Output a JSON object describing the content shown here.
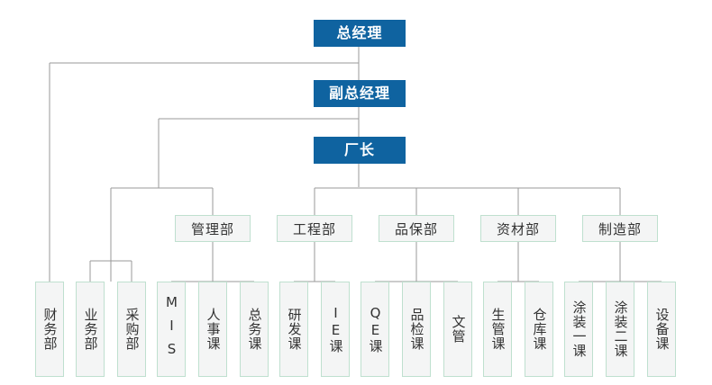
{
  "top": {
    "general_manager": "总经理",
    "deputy_general_manager": "副总经理",
    "factory_director": "厂长"
  },
  "departments": [
    "管理部",
    "工程部",
    "品保部",
    "资材部",
    "制造部"
  ],
  "units": [
    "财务部",
    "业务部",
    "采购部",
    "MIS",
    "人事课",
    "总务课",
    "研发课",
    "IE课",
    "QE课",
    "品检课",
    "文管",
    "生管课",
    "仓库课",
    "涂装一课",
    "涂装二课",
    "设备课"
  ],
  "colors": {
    "executive_fill": "#0f63a0",
    "box_border": "#bfe0cf",
    "connector": "#999999"
  }
}
